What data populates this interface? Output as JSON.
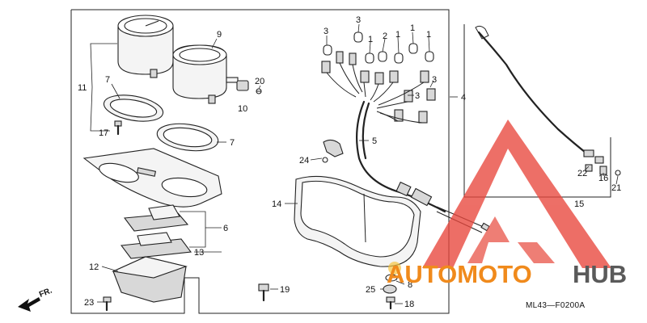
{
  "callouts": {
    "c1": "1",
    "c2": "2",
    "c3": "3",
    "c4": "4",
    "c5": "5",
    "c6": "6",
    "c7": "7",
    "c8": "8",
    "c9": "9",
    "c10": "10",
    "c11": "11",
    "c12": "12",
    "c13": "13",
    "c14": "14",
    "c15": "15",
    "c16": "16",
    "c17": "17",
    "c18": "18",
    "c19": "19",
    "c20": "20",
    "c21": "21",
    "c22": "22",
    "c23": "23",
    "c24": "24",
    "c25": "25"
  },
  "diagram_code": "ML43—F0200A",
  "front_marker": "FR.",
  "watermark": {
    "part1": "AUTOMOTO",
    "part2": "HUB"
  },
  "colors": {
    "watermark_red": "#e8463c",
    "watermark_orange": "#f08a1c",
    "watermark_gray": "#5a5a5a"
  }
}
